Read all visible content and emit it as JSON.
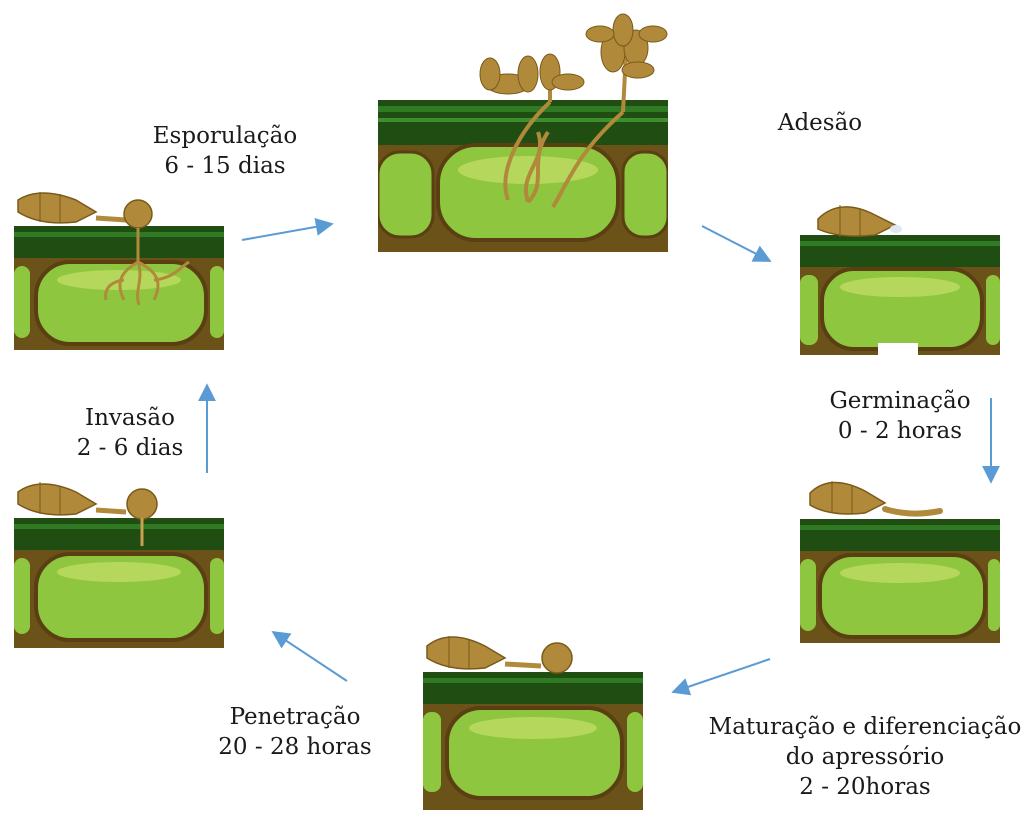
{
  "stages": [
    {
      "id": "esporulacao",
      "title": "Esporulação",
      "duration": "6 - 15 dias"
    },
    {
      "id": "adesao",
      "title": "Adesão",
      "duration": ""
    },
    {
      "id": "germinacao",
      "title": "Germinação",
      "duration": "0 - 2 horas"
    },
    {
      "id": "maturacao",
      "title": "Maturação e diferenciação",
      "title2": "do apressório",
      "duration": "2 - 20horas"
    },
    {
      "id": "penetracao",
      "title": "Penetração",
      "duration": "20 - 28 horas"
    },
    {
      "id": "invasao",
      "title": "Invasão",
      "duration": "2 - 6 dias"
    }
  ],
  "colors": {
    "arrow": "#5b9bd5",
    "leaf_dark": "#1f4d12",
    "cell": "#8fc63f",
    "cell_light": "#c4e06a",
    "cell_wall": "#5a3f12",
    "fungus": "#b08a3a"
  }
}
